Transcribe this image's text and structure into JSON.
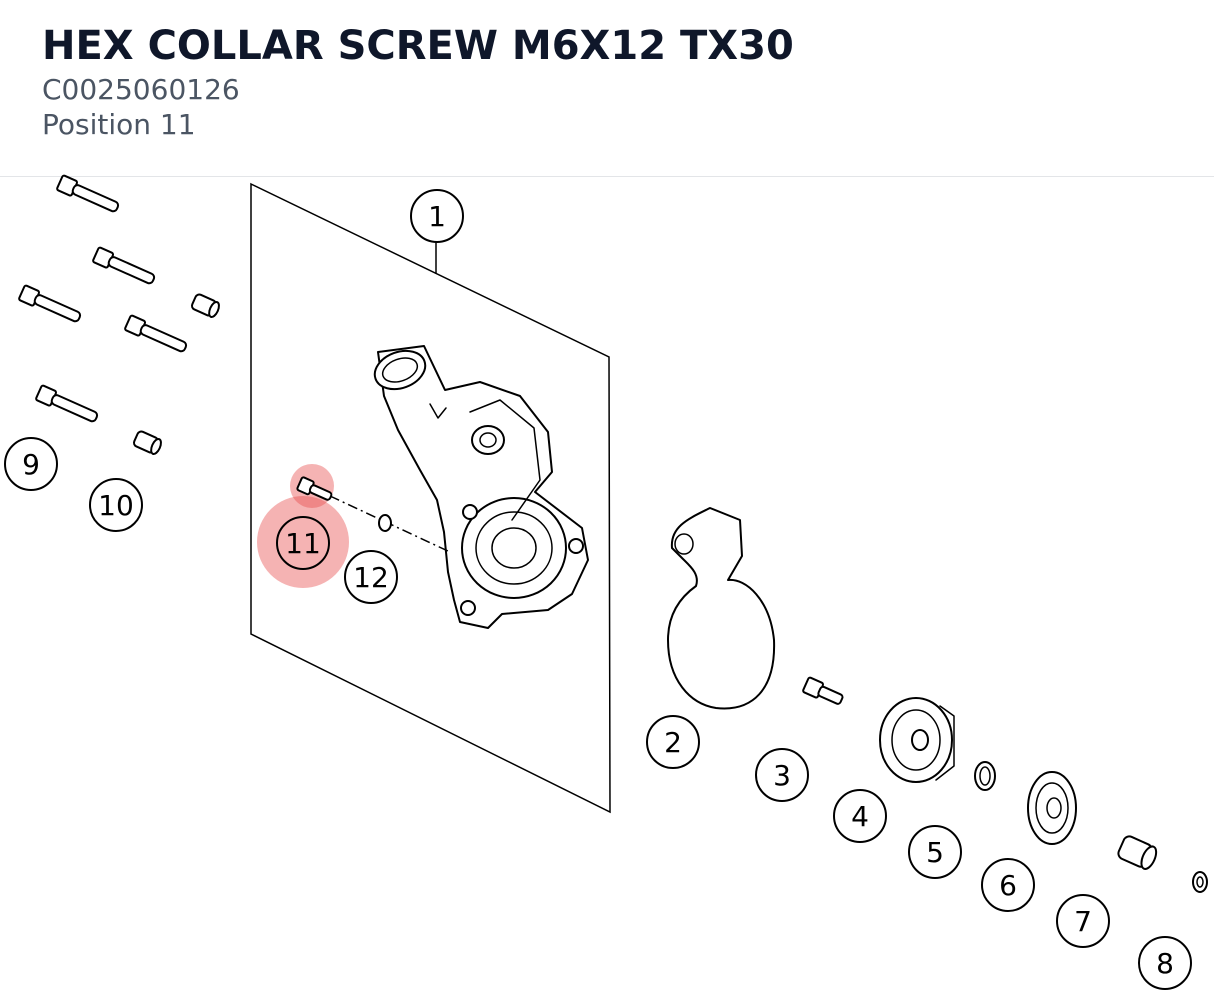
{
  "part": {
    "title": "HEX COLLAR SCREW M6X12 TX30",
    "code": "C0025060126",
    "position": "Position 11"
  },
  "highlight_color": "#e84a4a",
  "callouts": [
    {
      "label": "1"
    },
    {
      "label": "2"
    },
    {
      "label": "3"
    },
    {
      "label": "4"
    },
    {
      "label": "5"
    },
    {
      "label": "6"
    },
    {
      "label": "7"
    },
    {
      "label": "8"
    },
    {
      "label": "9"
    },
    {
      "label": "10"
    },
    {
      "label": "11"
    },
    {
      "label": "12"
    }
  ]
}
